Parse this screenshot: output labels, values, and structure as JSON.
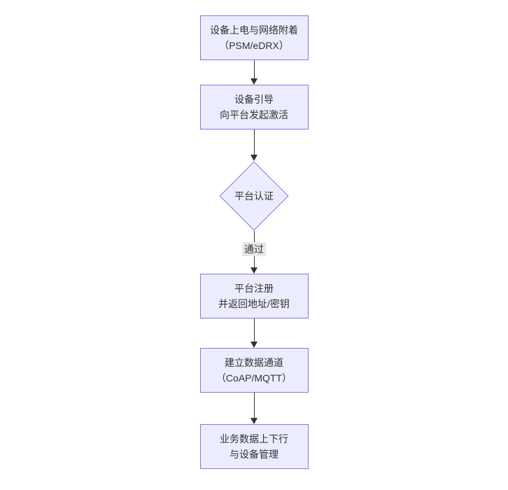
{
  "diagram": {
    "type": "flowchart",
    "direction": "top-down",
    "description": "NB-IoT device-to-platform onboarding flow"
  },
  "nodes": [
    {
      "id": "power-on",
      "shape": "rect",
      "line1": "设备上电与网络附着",
      "line2": "（PSM/eDRX）"
    },
    {
      "id": "bootstrap",
      "shape": "rect",
      "line1": "设备引导",
      "line2": "向平台发起激活"
    },
    {
      "id": "auth",
      "shape": "diamond",
      "line1": "平台认证",
      "line2": ""
    },
    {
      "id": "register",
      "shape": "rect",
      "line1": "平台注册",
      "line2": "并返回地址/密钥"
    },
    {
      "id": "channel",
      "shape": "rect",
      "line1": "建立数据通道",
      "line2": "（CoAP/MQTT）"
    },
    {
      "id": "business",
      "shape": "rect",
      "line1": "业务数据上下行",
      "line2": "与设备管理"
    }
  ],
  "edges": {
    "pass_label": "通过"
  },
  "colors": {
    "node_fill": "#ECECFF",
    "node_border": "#9370DB",
    "text": "#333333",
    "arrow": "#333333",
    "edge_label_bg": "#e8e8e8",
    "background": "#ffffff"
  }
}
